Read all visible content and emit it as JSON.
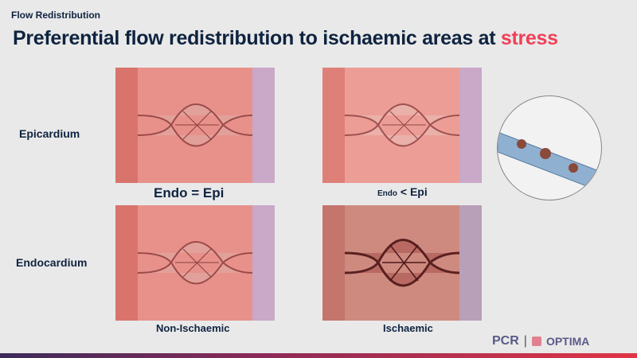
{
  "header": {
    "kicker": "Flow Redistribution",
    "title_main": "Preferential flow redistribution to ischaemic areas at ",
    "title_accent": "stress"
  },
  "rows": {
    "epicardium": "Epicardium",
    "endocardium": "Endocardium"
  },
  "captions": {
    "endo_eq_epi": "Endo = Epi",
    "endo_small": "Endo",
    "lt_epi": "< Epi",
    "non_ischaemic": "Non-Ischaemic",
    "ischaemic": "Ischaemic"
  },
  "logos": {
    "pcr": "PCR",
    "separator": "|",
    "optima": "OPTIMA"
  },
  "colors": {
    "accent": "#ef4058",
    "text": "#0f2340"
  }
}
